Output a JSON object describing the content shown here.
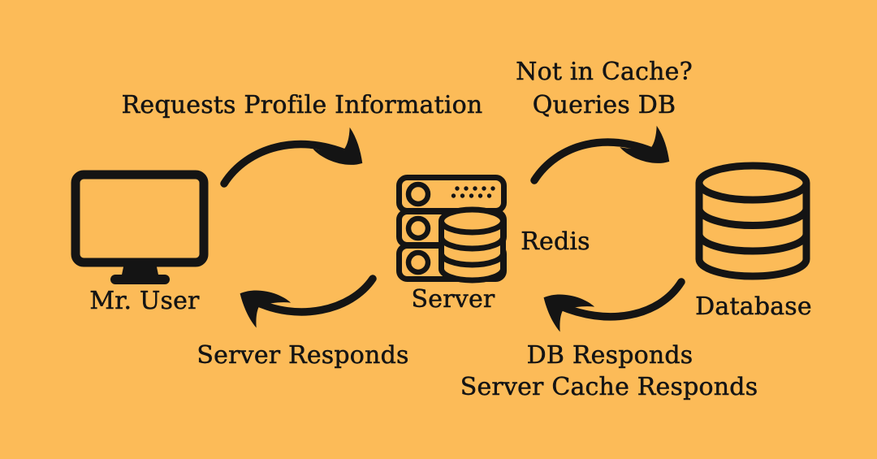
{
  "diagram": {
    "background_color": "#FCBB58",
    "ink_color": "#141414",
    "nodes": {
      "user": {
        "label": "Mr. User",
        "icon": "monitor-icon"
      },
      "server": {
        "label": "Server",
        "cache_label": "Redis",
        "icon": "server-redis-icon"
      },
      "database": {
        "label": "Database",
        "icon": "database-icon"
      }
    },
    "flows": {
      "user_to_server": {
        "label": "Requests Profile Information"
      },
      "server_to_database": {
        "label_line1": "Not in Cache?",
        "label_line2": "Queries DB"
      },
      "server_to_user": {
        "label": "Server Responds"
      },
      "database_to_server": {
        "label_line1": "DB Responds",
        "label_line2": "Server Cache Responds"
      }
    }
  }
}
